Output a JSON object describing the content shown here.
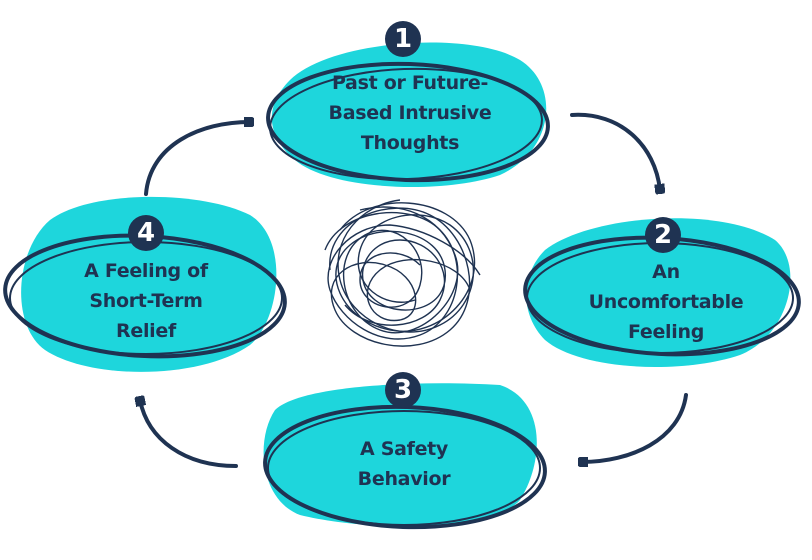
{
  "colors": {
    "accent": "#1ed6dc",
    "ink": "#1f3352"
  },
  "center_icon": "tangled-scribble",
  "steps": [
    {
      "number": "1",
      "lines": [
        "Past or Future-",
        "Based Intrusive",
        "Thoughts"
      ]
    },
    {
      "number": "2",
      "lines": [
        "An",
        "Uncomfortable",
        "Feeling"
      ]
    },
    {
      "number": "3",
      "lines": [
        "A Safety",
        "Behavior"
      ]
    },
    {
      "number": "4",
      "lines": [
        "A Feeling of",
        "Short-Term",
        "Relief"
      ]
    }
  ]
}
